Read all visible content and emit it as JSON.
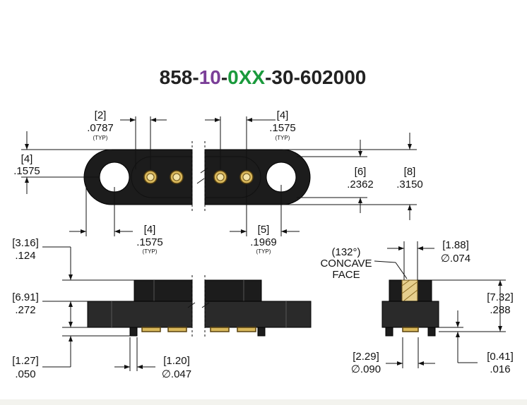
{
  "title": {
    "prefix": "858-",
    "mid1": "10",
    "dash1": "-",
    "mid2": "0XX",
    "suffix": "-30-602000",
    "colors": {
      "base": "#222222",
      "mid1": "#7b3f98",
      "mid2": "#1a9a3c"
    }
  },
  "dimensions": {
    "pitch_top_left": {
      "mm": "[2]",
      "inch": ".0787",
      "note": "(TYP)"
    },
    "pitch_top_right": {
      "mm": "[4]",
      "inch": ".1575",
      "note": "(TYP)"
    },
    "left_height": {
      "mm": "[4]",
      "inch": ".1575"
    },
    "height_6": {
      "mm": "[6]",
      "inch": ".2362"
    },
    "height_8": {
      "mm": "[8]",
      "inch": ".3150"
    },
    "bottom_pitch_4": {
      "mm": "[4]",
      "inch": ".1575",
      "note": "(TYP)"
    },
    "bottom_pitch_5": {
      "mm": "[5]",
      "inch": ".1969",
      "note": "(TYP)"
    },
    "side_316": {
      "mm": "[3.16]",
      "inch": ".124"
    },
    "side_691": {
      "mm": "[6.91]",
      "inch": ".272"
    },
    "side_127": {
      "mm": "[1.27]",
      "inch": ".050"
    },
    "pin_dia_120": {
      "mm": "[1.20]",
      "inch": "∅.047"
    },
    "end_188": {
      "mm": "[1.88]",
      "inch": "∅.074"
    },
    "end_732": {
      "mm": "[7.32]",
      "inch": ".288"
    },
    "end_229": {
      "mm": "[2.29]",
      "inch": "∅.090"
    },
    "end_041": {
      "mm": "[0.41]",
      "inch": ".016"
    },
    "concave": {
      "angle": "(132°)",
      "line1": "CONCAVE",
      "line2": "FACE"
    }
  },
  "colors": {
    "plastic": "#1c1c1c",
    "gold": "#d9b85c",
    "gold_light": "#f3e3a8"
  }
}
